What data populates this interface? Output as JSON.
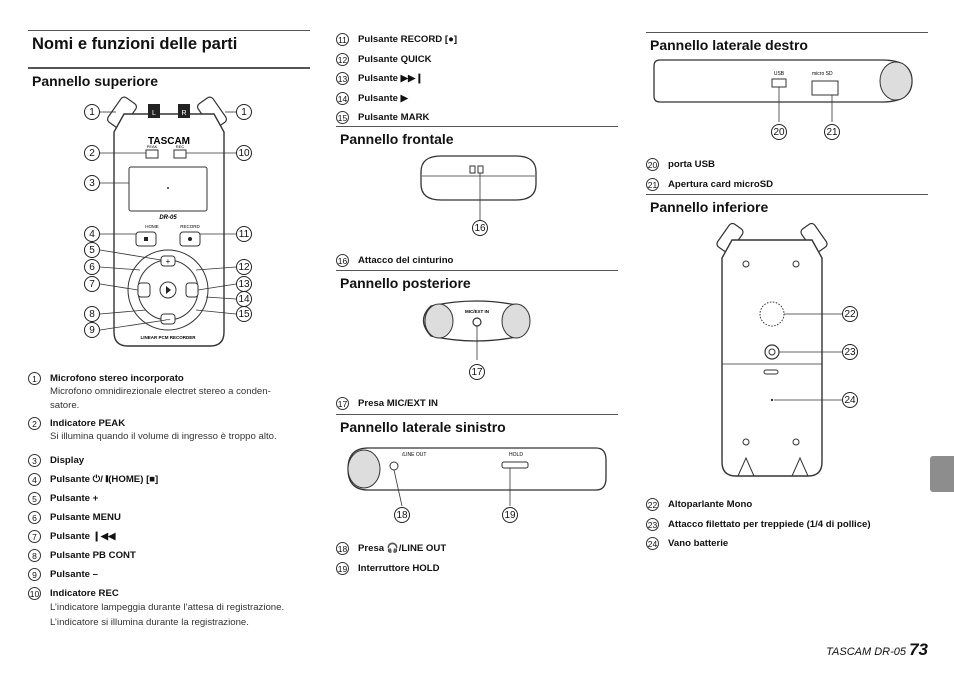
{
  "page_title": "Nomi e funzioni delle parti",
  "col1": {
    "heading": "Pannello superiore",
    "device_labels": {
      "brand": "TASCAM",
      "model": "DR-05",
      "peak": "PEAK",
      "rec": "REC",
      "home": "HOME",
      "record": "RECORD",
      "footer": "LINEAR PCM RECORDER",
      "l": "L",
      "r": "R"
    },
    "callouts": [
      "1",
      "1",
      "2",
      "10",
      "3",
      "4",
      "11",
      "5",
      "6",
      "12",
      "7",
      "13",
      "14",
      "8",
      "15",
      "9"
    ],
    "items": [
      {
        "num": "1",
        "title": "Microfono stereo incorporato",
        "text": "Microfono omnidirezionale electret stereo a conden-\nsatore."
      },
      {
        "num": "2",
        "title": "Indicatore PEAK",
        "text": "Si illumina quando il volume di ingresso è troppo alto."
      },
      {
        "num": "3",
        "title": "Display",
        "text": ""
      },
      {
        "num": "4",
        "title": "Pulsante ⏻/ ❙(HOME) [■]",
        "text": ""
      },
      {
        "num": "5",
        "title": "Pulsante +",
        "text": ""
      },
      {
        "num": "6",
        "title": "Pulsante MENU",
        "text": ""
      },
      {
        "num": "7",
        "title": "Pulsante ❙◀◀",
        "text": ""
      },
      {
        "num": "8",
        "title": "Pulsante PB CONT",
        "text": ""
      },
      {
        "num": "9",
        "title": "Pulsante –",
        "text": ""
      },
      {
        "num": "10",
        "title": "Indicatore REC",
        "text": "L’indicatore lampeggia durante l’attesa di registrazione.\nL’indicatore si illumina durante la registrazione."
      }
    ]
  },
  "col2": {
    "top_items": [
      {
        "num": "11",
        "title": "Pulsante RECORD [●]"
      },
      {
        "num": "12",
        "title": "Pulsante QUICK"
      },
      {
        "num": "13",
        "title": "Pulsante ▶▶❙"
      },
      {
        "num": "14",
        "title": "Pulsante ▶"
      },
      {
        "num": "15",
        "title": "Pulsante MARK"
      }
    ],
    "front": {
      "heading": "Pannello frontale",
      "callout": "16",
      "item": {
        "num": "16",
        "title": "Attacco del cinturino"
      }
    },
    "rear": {
      "heading": "Pannello posteriore",
      "label": "MIC/EXT IN",
      "callout": "17",
      "item": {
        "num": "17",
        "title": "Presa MIC/EXT IN"
      }
    },
    "left": {
      "heading": "Pannello laterale sinistro",
      "label_out": "/LINE OUT",
      "label_hold": "HOLD",
      "callouts": [
        "18",
        "19"
      ],
      "items": [
        {
          "num": "18",
          "title": "Presa 🎧/LINE OUT"
        },
        {
          "num": "19",
          "title": "Interruttore HOLD"
        }
      ]
    }
  },
  "col3": {
    "right": {
      "heading": "Pannello laterale destro",
      "label_usb": "USB",
      "label_sd": "micro SD",
      "callouts": [
        "20",
        "21"
      ],
      "items": [
        {
          "num": "20",
          "title": "porta USB"
        },
        {
          "num": "21",
          "title": "Apertura card microSD"
        }
      ]
    },
    "bottom": {
      "heading": "Pannello inferiore",
      "callouts": [
        "22",
        "23",
        "24"
      ],
      "items": [
        {
          "num": "22",
          "title": "Altoparlante Mono"
        },
        {
          "num": "23",
          "title": "Attacco filettato per treppiede (1/4 di pollice)"
        },
        {
          "num": "24",
          "title": "Vano batterie"
        }
      ]
    }
  },
  "footer": {
    "brand": "TASCAM  DR-05",
    "page": "73"
  }
}
